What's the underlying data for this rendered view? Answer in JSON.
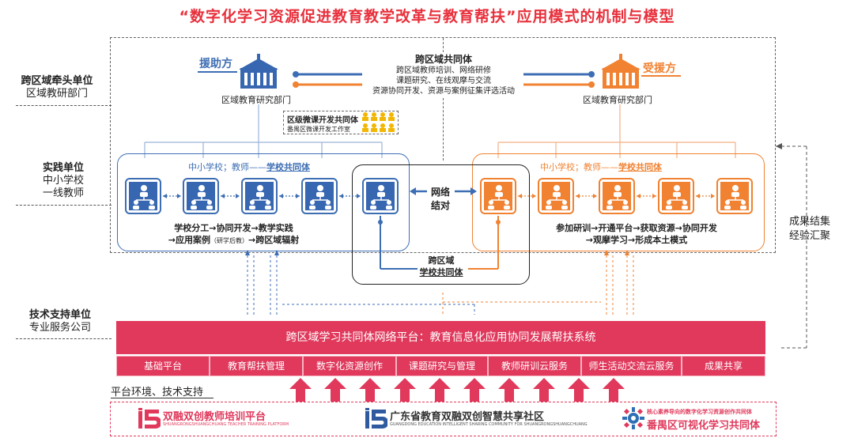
{
  "title": "“数字化学习资源促进教育教学改革与教育帮扶”应用模式的机制与模型",
  "left_labels": {
    "level1_bold": "跨区域牵头单位",
    "level1_sub": "区域教研部门",
    "level2_bold": "实践单位",
    "level2_sub1": "中小学校",
    "level2_sub2": "一线教师",
    "level3_bold": "技术支持单位",
    "level3_sub": "专业服务公司"
  },
  "right_side": {
    "line1": "成果结集",
    "line2": "经验汇聚"
  },
  "aid_side": {
    "label": "援助方",
    "dept": "区域教育研究部门"
  },
  "recv_side": {
    "label": "受援方",
    "dept": "区域教育研究部门"
  },
  "cross_region": {
    "title": "跨区域共同体",
    "lines": [
      "跨区域教师培训、网络研修",
      "课题研究、在线观摩与交流",
      "资源协同开发、资源与案例征集评选活动"
    ]
  },
  "weike": {
    "title": "区级微课开发共同体",
    "sub": "番禺区微课开发工作室"
  },
  "left_panel": {
    "subtitle_a": "中小学校；教师——",
    "subtitle_b": "学校共同体",
    "process_line1": "学校分工→协同开发→教学实践",
    "process_line2a": "→应用案例",
    "process_line2b": "（研学后教）",
    "process_line2c": "→跨区域辐射"
  },
  "right_panel": {
    "subtitle_a": "中小学校；教师——",
    "subtitle_b": "学校共同体",
    "process_line1": "参加研训→开通平台→获取资源→协同开发",
    "process_line2": "→观摩学习→形成本土模式"
  },
  "network": {
    "line1": "网络",
    "line2": "结对"
  },
  "cross_school": {
    "line1": "跨区域",
    "line2": "学校共同体"
  },
  "platform": {
    "title": "跨区域学习共同体网络平台：教育信息化应用协同发展帮扶系统",
    "modules": [
      "基础平台",
      "教育帮扶管理",
      "数字化资源创作",
      "课题研究与管理",
      "教师研训云服务",
      "师生活动交流云服务",
      "成果共享"
    ]
  },
  "support_text": "平台环境、技术支持",
  "logos": {
    "logo1_text": "双融双创教师培训平台",
    "logo1_sub": "SHUANGRONGSHUANGCHUANG TEACHER TRAINING PLATFORM",
    "logo2_text": "广东省教育双融双创智慧共享社区",
    "logo2_sub": "GUANGDONG EDUCATION INTELLIGENT SHARING COMMUNITY FOR SHUANGRONGSHUANGCHUANG",
    "logo3_small": "核心素养导向的数字化学习资源创作共同体",
    "logo3_text": "番禺区可视化学习共同体"
  },
  "colors": {
    "blue": "#3d6eb4",
    "orange": "#f08232",
    "red": "#e0395c",
    "title_red": "#e8303c"
  },
  "icons": [
    "building-icon",
    "group-person-icon",
    "double-arrow-icon",
    "up-arrow-icon",
    "logo-i5-icon",
    "gear-logo-icon"
  ]
}
